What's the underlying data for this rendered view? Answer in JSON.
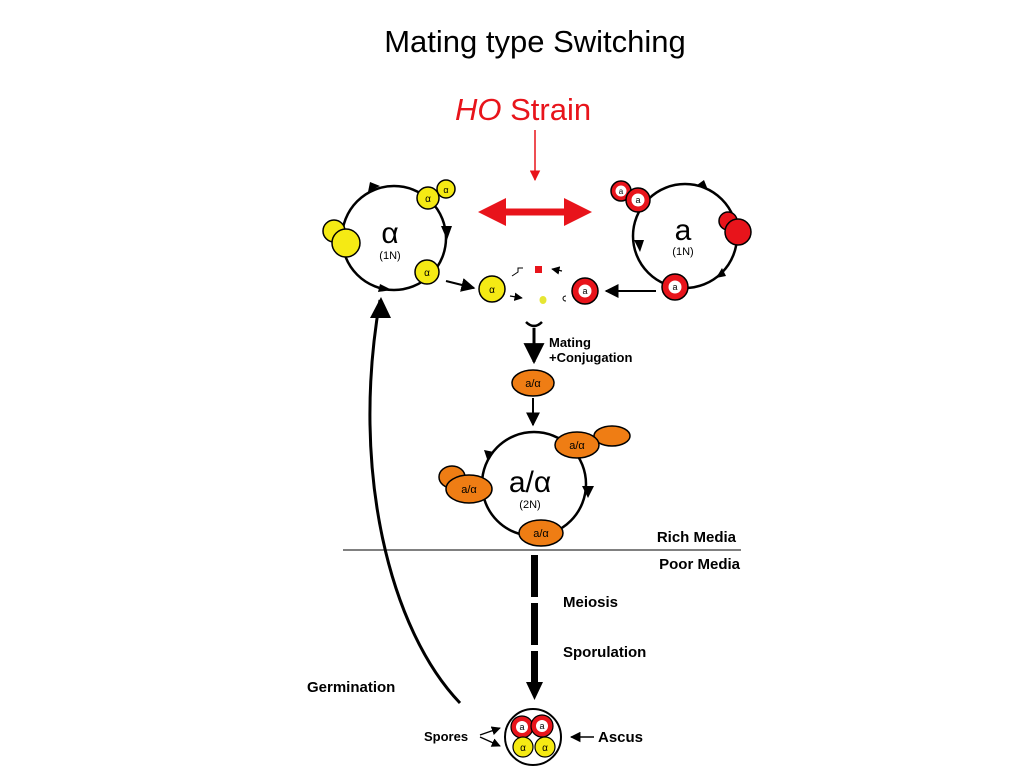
{
  "title": "Mating type Switching",
  "strain": {
    "italic": "HO",
    "rest": " Strain",
    "color": "#e8141b"
  },
  "colors": {
    "alpha": "#f5ea14",
    "a": "#e8141b",
    "diploid": "#ef7d14",
    "line": "#000000"
  },
  "alpha_cycle": {
    "symbol": "α",
    "ploidy": "(1N)",
    "cell_label": "α"
  },
  "a_cycle": {
    "symbol": "a",
    "ploidy": "(1N)",
    "cell_label": "a"
  },
  "diploid_cycle": {
    "symbol": "a/α",
    "ploidy": "(2N)",
    "cell_label": "a/α"
  },
  "labels": {
    "mating": "Mating",
    "conjugation": "+Conjugation",
    "rich_media": "Rich Media",
    "poor_media": "Poor Media",
    "meiosis": "Meiosis",
    "sporulation": "Sporulation",
    "germination": "Germination",
    "spores": "Spores",
    "ascus": "Ascus"
  }
}
